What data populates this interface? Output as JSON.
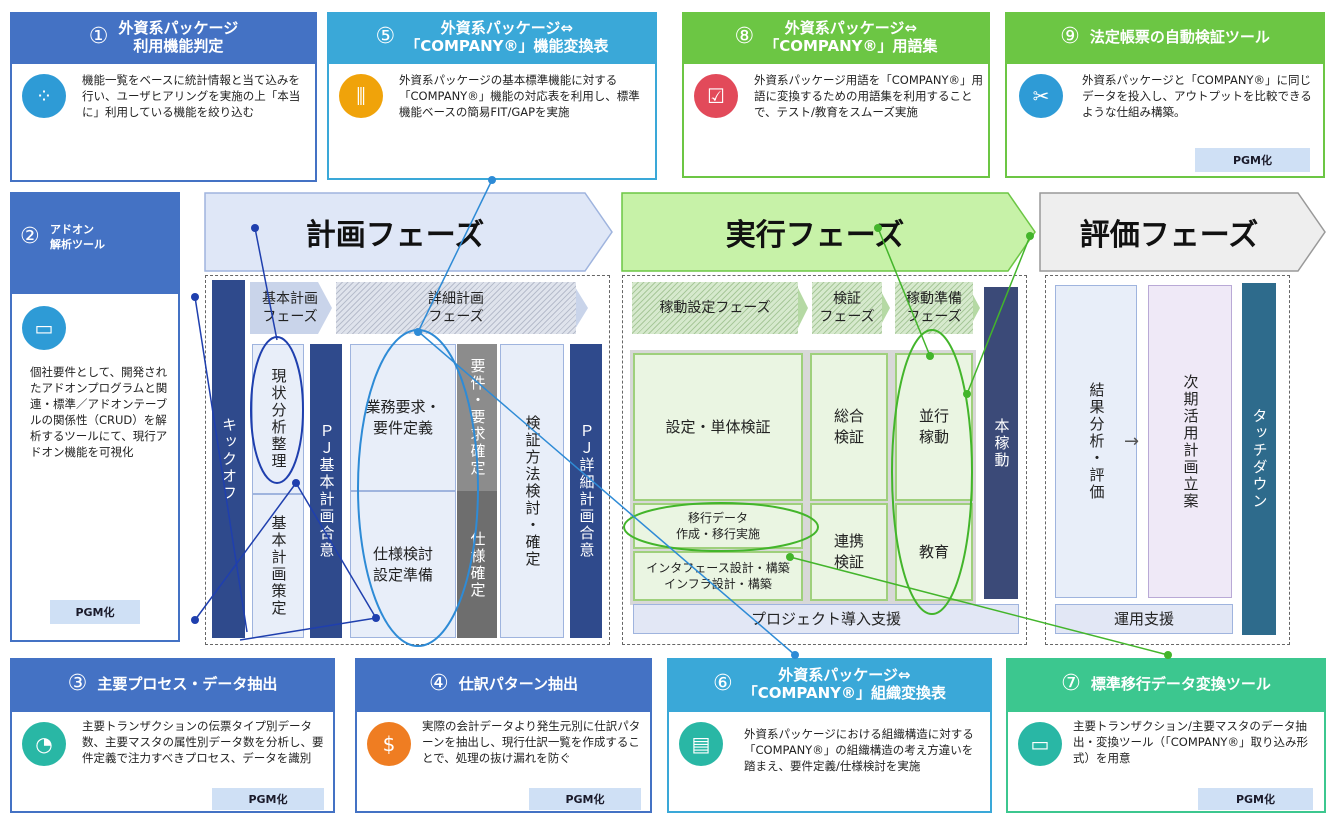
{
  "tools": {
    "t1": {
      "num": "①",
      "title": "外資系パッケージ\n利用機能判定",
      "desc": "機能一覧をベースに統計情報と当て込みを行い、ユーザヒアリングを実施の上「本当に」利用している機能を絞り込む"
    },
    "t5": {
      "num": "⑤",
      "title": "外資系パッケージ⇔\n「COMPANY®」機能変換表",
      "desc": "外資系パッケージの基本標準機能に対する「COMPANY®」機能の対応表を利用し、標準機能ベースの簡易FIT/GAPを実施"
    },
    "t8": {
      "num": "⑧",
      "title": "外資系パッケージ⇔\n「COMPANY®」用語集",
      "desc": "外資系パッケージ用語を「COMPANY®」用語に変換するための用語集を利用することで、テスト/教育をスムーズ実施"
    },
    "t9": {
      "num": "⑨",
      "title": "法定帳票の自動検証ツール",
      "desc": "外資系パッケージと「COMPANY®」に同じデータを投入し、アウトプットを比較できるような仕組み構築。",
      "pgm": "PGM化"
    },
    "t2": {
      "num": "②",
      "title": "アドオン\n解析ツール",
      "desc": "個社要件として、開発されたアドオンプログラムと関連・標準／アドオンテーブルの関係性（CRUD）を解析するツールにて、現行アドオン機能を可視化",
      "pgm": "PGM化"
    },
    "t3": {
      "num": "③",
      "title": "主要プロセス・データ抽出",
      "desc": "主要トランザクションの伝票タイプ別データ数、主要マスタの属性別データ数を分析し、要件定義で注力すべきプロセス、データを識別",
      "pgm": "PGM化"
    },
    "t4": {
      "num": "④",
      "title": "仕訳パターン抽出",
      "desc": "実際の会計データより発生元別に仕訳パターンを抽出し、現行仕訳一覧を作成することで、処理の抜け漏れを防ぐ",
      "pgm": "PGM化"
    },
    "t6": {
      "num": "⑥",
      "title": "外資系パッケージ⇔\n「COMPANY®」組織変換表",
      "desc": "外資系パッケージにおける組織構造に対する「COMPANY®」の組織構造の考え方違いを踏まえ、要件定義/仕様検討を実施"
    },
    "t7": {
      "num": "⑦",
      "title": "標準移行データ変換ツール",
      "desc": "主要トランザクション/主要マスタのデータ抽出・変換ツール（「COMPANY®」取り込み形式）を用意",
      "pgm": "PGM化"
    }
  },
  "phases": {
    "plan": "計画フェーズ",
    "exec": "実行フェーズ",
    "eval": "評価フェーズ"
  },
  "plan": {
    "kickoff": "キックオフ",
    "basic_phase": "基本計画\nフェーズ",
    "detail_phase": "詳細計画\nフェーズ",
    "genjo": "現状分析整理",
    "kihon_sakutei": "基本計画策定",
    "pj_basic": "ＰＪ基本計画合意",
    "gyomu": "業務要求・\n要件定義",
    "shiyo": "仕様検討\n設定準備",
    "yoken_kakutei": "要件・要求確定",
    "shiyo_kakutei": "仕様確定",
    "kensho_hoho": "検証方法検討・確定",
    "pj_detail": "ＰＪ詳細計画合意"
  },
  "exec": {
    "setup_phase": "稼動設定フェーズ",
    "verify_phase": "検証\nフェーズ",
    "ready_phase": "稼動準備\nフェーズ",
    "settei": "設定・単体検証",
    "iko": "移行データ\n作成・移行実施",
    "interface": "インタフェース設計・構築\nインフラ設計・構築",
    "sogo": "総合\n検証",
    "renkei": "連携\n検証",
    "heiko": "並行\n稼動",
    "kyoiku": "教育",
    "honkado": "本稼動",
    "support": "プロジェクト導入支援"
  },
  "eval": {
    "kekka": "結果分析・評価",
    "jiki": "次期活用計画立案",
    "touch": "タッチダウン",
    "unyo": "運用支援"
  },
  "colors": {
    "blue": "#4472c4",
    "cyan": "#3aa8d8",
    "green": "#6cc644",
    "navy": "#2f4a8c"
  }
}
